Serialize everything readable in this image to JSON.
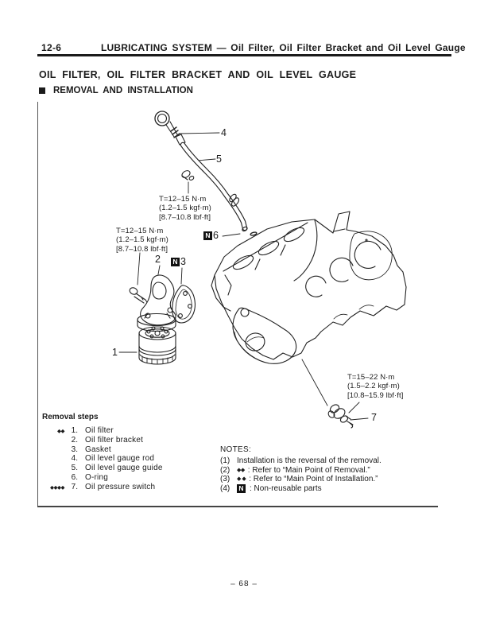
{
  "page": {
    "number": "12-6",
    "header_title": "LUBRICATING SYSTEM — Oil Filter, Oil Filter Bracket and Oil Level Gauge",
    "section_title": "OIL FILTER, OIL FILTER BRACKET AND OIL LEVEL GAUGE",
    "subsection_title": "REMOVAL AND INSTALLATION",
    "footer": "– 68 –"
  },
  "diagram": {
    "non_reusable_symbol": "N",
    "torque_specs": [
      {
        "id": "dipstick-guide-clamp",
        "lines": [
          "T=12–15 N·m",
          "(1.2–1.5 kgf·m)",
          "[8.7–10.8 lbf·ft]"
        ]
      },
      {
        "id": "oil-filter-bracket-bolt",
        "lines": [
          "T=12–15 N·m",
          "(1.2–1.5 kgf·m)",
          "[8.7–10.8 lbf·ft]"
        ]
      },
      {
        "id": "oil-pressure-switch",
        "lines": [
          "T=15–22 N·m",
          "(1.5–2.2 kgf·m)",
          "[10.8–15.9 lbf·ft]"
        ]
      }
    ],
    "part_labels": [
      {
        "number": "1",
        "non_reusable": false
      },
      {
        "number": "2",
        "non_reusable": false
      },
      {
        "number": "3",
        "non_reusable": true
      },
      {
        "number": "4",
        "non_reusable": false
      },
      {
        "number": "5",
        "non_reusable": false
      },
      {
        "number": "6",
        "non_reusable": true
      },
      {
        "number": "7",
        "non_reusable": false
      }
    ]
  },
  "removal_steps": {
    "title": "Removal steps",
    "steps": [
      {
        "marker": "◆◆",
        "number": "1.",
        "label": "Oil filter"
      },
      {
        "marker": "",
        "number": "2.",
        "label": "Oil filter bracket"
      },
      {
        "marker": "",
        "number": "3.",
        "label": "Gasket"
      },
      {
        "marker": "",
        "number": "4.",
        "label": "Oil level gauge rod"
      },
      {
        "marker": "",
        "number": "5.",
        "label": "Oil level gauge guide"
      },
      {
        "marker": "",
        "number": "6.",
        "label": "O-ring"
      },
      {
        "marker": "◆◆◆◆",
        "number": "7.",
        "label": "Oil pressure switch"
      }
    ]
  },
  "notes": {
    "title": "NOTES:",
    "items": [
      {
        "prefix": "(1)",
        "symbol": "",
        "text": "Installation is the reversal of the removal."
      },
      {
        "prefix": "(2)",
        "symbol": "◆◆",
        "text": ": Refer to “Main Point of Removal.”"
      },
      {
        "prefix": "(3)",
        "symbol": "◆ ◆",
        "text": ": Refer to “Main Point of Installation.”"
      },
      {
        "prefix": "(4)",
        "symbol": "N",
        "text": ": Non-reusable parts"
      }
    ]
  }
}
